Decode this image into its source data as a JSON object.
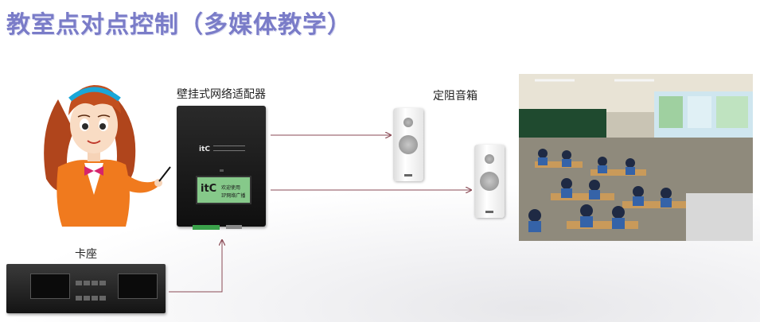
{
  "title": "教室点对点控制（多媒体教学）",
  "nodes": {
    "adapter": {
      "label": "壁挂式网络适配器",
      "brand": "itC",
      "screen_logo": "itC",
      "screen_line1": "欢迎使用",
      "screen_line2": "IP网络广播"
    },
    "speakers": {
      "label": "定阻音箱"
    },
    "deck": {
      "label": "卡座"
    }
  },
  "colors": {
    "title": "#7a7cc8",
    "arrow": "#8a4a55",
    "screen": "#86c98a"
  },
  "icons": [
    "teacher-illustration",
    "network-adapter-device",
    "speaker-icon",
    "cassette-deck-icon",
    "classroom-photo"
  ]
}
